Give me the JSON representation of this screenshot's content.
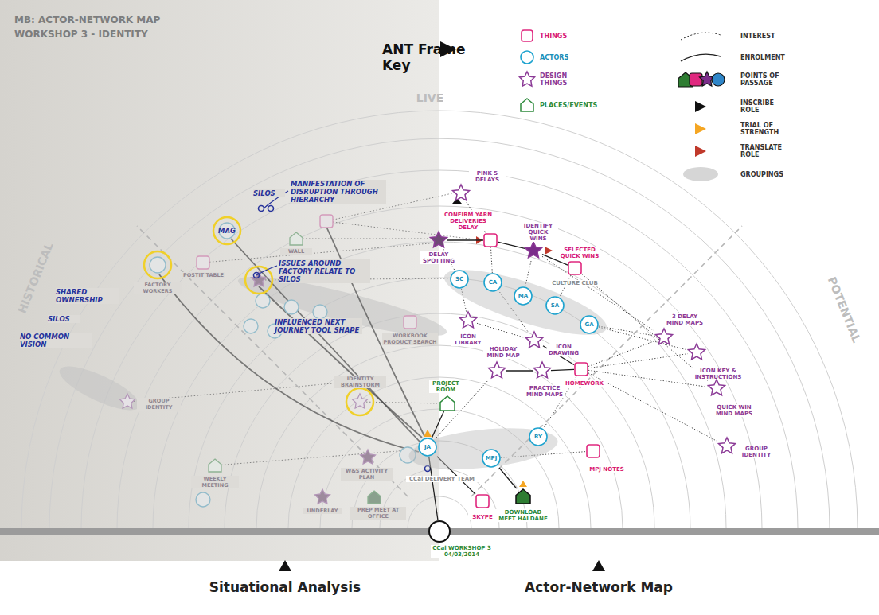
{
  "diagram": {
    "title": "MB: ACTOR-NETWORK MAP",
    "nodes": [
      {
        "text": [
          "CULTURE CLUB"
        ]
      },
      {
        "text": [
          "SC"
        ],
        "in": 0
      },
      {
        "text": [
          "CA"
        ],
        "in": 0
      },
      {
        "text": [
          "MA"
        ],
        "in": 0
      },
      {
        "text": [
          "SA"
        ],
        "in": 0
      },
      {
        "text": [
          "GA"
        ],
        "in": 0
      },
      {
        "text": [
          "PINK 5 DELAYS"
        ]
      },
      {
        "text": [
          "DELAY SPOTTING"
        ]
      },
      {
        "text": [
          "CONFIRM YARN DELIVERIES DELAY"
        ]
      },
      {
        "text": [
          "IDENTIFY QUICK WINS"
        ]
      },
      {
        "text": [
          "SELECTED QUICK WINS"
        ]
      },
      {
        "text": [
          "ICON LIBRARY"
        ]
      },
      {
        "text": [
          "HOLIDAY MIND MAP"
        ]
      },
      {
        "text": [
          "ICON DRAWING"
        ]
      },
      {
        "text": [
          "PRACTICE MIND MAPS"
        ]
      },
      {
        "text": [
          "HOMEWORK"
        ]
      },
      {
        "text": [
          "3 DELAY MIND MAPS"
        ]
      },
      {
        "text": [
          "ICON KEY & INSTRUCTIONS"
        ]
      },
      {
        "text": [
          "QUICK WIN MIND MAPS"
        ]
      },
      {
        "text": [
          "GROUP IDENTITY"
        ]
      },
      {
        "text": [
          "PROJECT ROOM"
        ]
      },
      {
        "text": [
          "CCal DELIVERY TEAM"
        ]
      },
      {
        "text": [
          "JA"
        ],
        "in": 21
      },
      {
        "text": [
          "MPJ"
        ],
        "in": 21
      },
      {
        "text": [
          "RY"
        ],
        "in": 21
      },
      {
        "text": [
          "MPJ NOTES"
        ]
      },
      {
        "text": [
          "SKYPE"
        ]
      },
      {
        "text": [
          "DOWNLOAD MEET HALDANE"
        ]
      },
      {
        "text": [
          "CCal WORKSHOP 3 04/03/2014"
        ]
      }
    ],
    "edges": [
      {
        "from": 7,
        "to": 8,
        "arrow": "none"
      },
      {
        "from": 8,
        "to": 9,
        "arrow": "none"
      },
      {
        "from": 9,
        "to": 10,
        "arrow": "none"
      },
      {
        "from": 6,
        "to": 8,
        "arrow": "none"
      },
      {
        "from": 1,
        "to": 7,
        "arrow": "none"
      },
      {
        "from": 2,
        "to": 8,
        "arrow": "none"
      },
      {
        "from": 3,
        "to": 9,
        "arrow": "none"
      },
      {
        "from": 4,
        "to": 10,
        "arrow": "none"
      },
      {
        "from": 5,
        "to": 16,
        "arrow": "none"
      },
      {
        "from": 1,
        "to": 11,
        "arrow": "none"
      },
      {
        "from": 11,
        "to": 13,
        "arrow": "none"
      },
      {
        "from": 12,
        "to": 14,
        "arrow": "none"
      },
      {
        "from": 13,
        "to": 15,
        "arrow": "none"
      },
      {
        "from": 14,
        "to": 15,
        "arrow": "none"
      },
      {
        "from": 15,
        "to": 16,
        "arrow": "none"
      },
      {
        "from": 15,
        "to": 17,
        "arrow": "none"
      },
      {
        "from": 15,
        "to": 18,
        "arrow": "none"
      },
      {
        "from": 15,
        "to": 19,
        "arrow": "none"
      },
      {
        "from": 10,
        "to": 18,
        "arrow": "none"
      },
      {
        "from": 9,
        "to": 16,
        "arrow": "none"
      },
      {
        "from": 22,
        "to": 20,
        "arrow": "none"
      },
      {
        "from": 22,
        "to": 26,
        "arrow": "none"
      },
      {
        "from": 23,
        "to": 25,
        "arrow": "none"
      },
      {
        "from": 23,
        "to": 27,
        "arrow": "none"
      },
      {
        "from": 24,
        "to": 15,
        "arrow": "none"
      },
      {
        "from": 28,
        "to": 22,
        "arrow": "none"
      },
      {
        "from": 22,
        "to": 12,
        "arrow": "none"
      },
      {
        "from": 2,
        "to": 13,
        "arrow": "none"
      },
      {
        "from": 5,
        "to": 17,
        "arrow": "none"
      }
    ],
    "labels": [
      "WORKSHOP 3 - IDENTITY",
      "ANT Frame Key",
      "LIVE",
      "HISTORICAL",
      "POTENTIAL",
      "Situational Analysis",
      "Actor-Network Map",
      "SILOS",
      "MANIFESTATION OF DISRUPTION THROUGH HIERARCHY",
      "ISSUES AROUND FACTORY RELATE TO SILOS",
      "INFLUENCED NEXT JOURNEY TOOL SHAPE",
      "SHARED OWNERSHIP",
      "SILOS",
      "NO COMMON VISION",
      "MAG",
      "FACTORY WORKERS",
      "WALL",
      "POSTIT TABLE",
      "WORKBOOK PRODUCT SEARCH",
      "IDENTITY BRAINSTORM",
      "GROUP IDENTITY",
      "WEEKLY MEETING",
      "W&S ACTIVITY PLAN",
      "UNDERLAY",
      "PREP MEET AT OFFICE"
    ],
    "legend": [
      {
        "text": "THINGS"
      },
      {
        "text": "ACTORS"
      },
      {
        "text": "DESIGN THINGS"
      },
      {
        "text": "PLACES/EVENTS"
      },
      {
        "text": "INTEREST"
      },
      {
        "text": "ENROLMENT"
      },
      {
        "text": "POINTS OF PASSAGE"
      },
      {
        "text": "INSCRIBE ROLE"
      },
      {
        "text": "TRIAL OF STRENGTH"
      },
      {
        "text": "TRANSLATE ROLE"
      },
      {
        "text": "GROUPINGS"
      }
    ]
  }
}
